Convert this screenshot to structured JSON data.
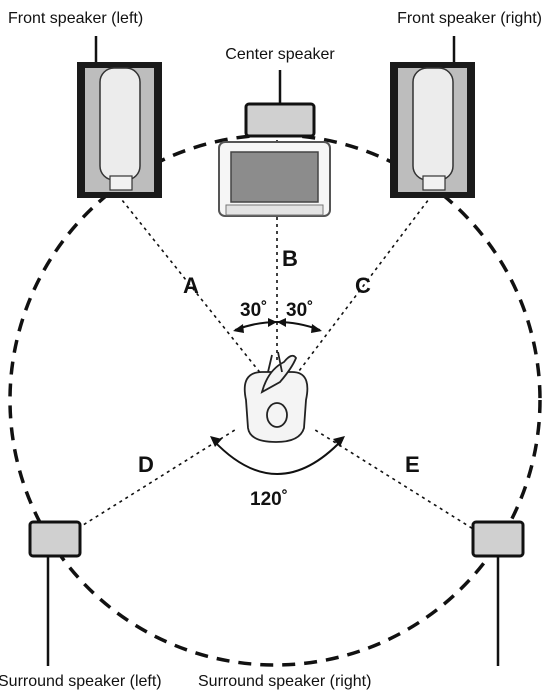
{
  "labels": {
    "front_left": "Front speaker (left)",
    "front_right": "Front speaker (right)",
    "center": "Center speaker",
    "surround_left": "Surround speaker (left)",
    "surround_right": "Surround speaker (right)"
  },
  "distances": {
    "a": "A",
    "b": "B",
    "c": "C",
    "d": "D",
    "e": "E"
  },
  "angles": {
    "front_left": "30˚",
    "front_right": "30˚",
    "surround": "120˚"
  },
  "colors": {
    "line": "#111111",
    "speaker_body": "#d8d8d8",
    "speaker_frame": "#1a1a1a",
    "tv_screen": "#8c8c8c"
  }
}
